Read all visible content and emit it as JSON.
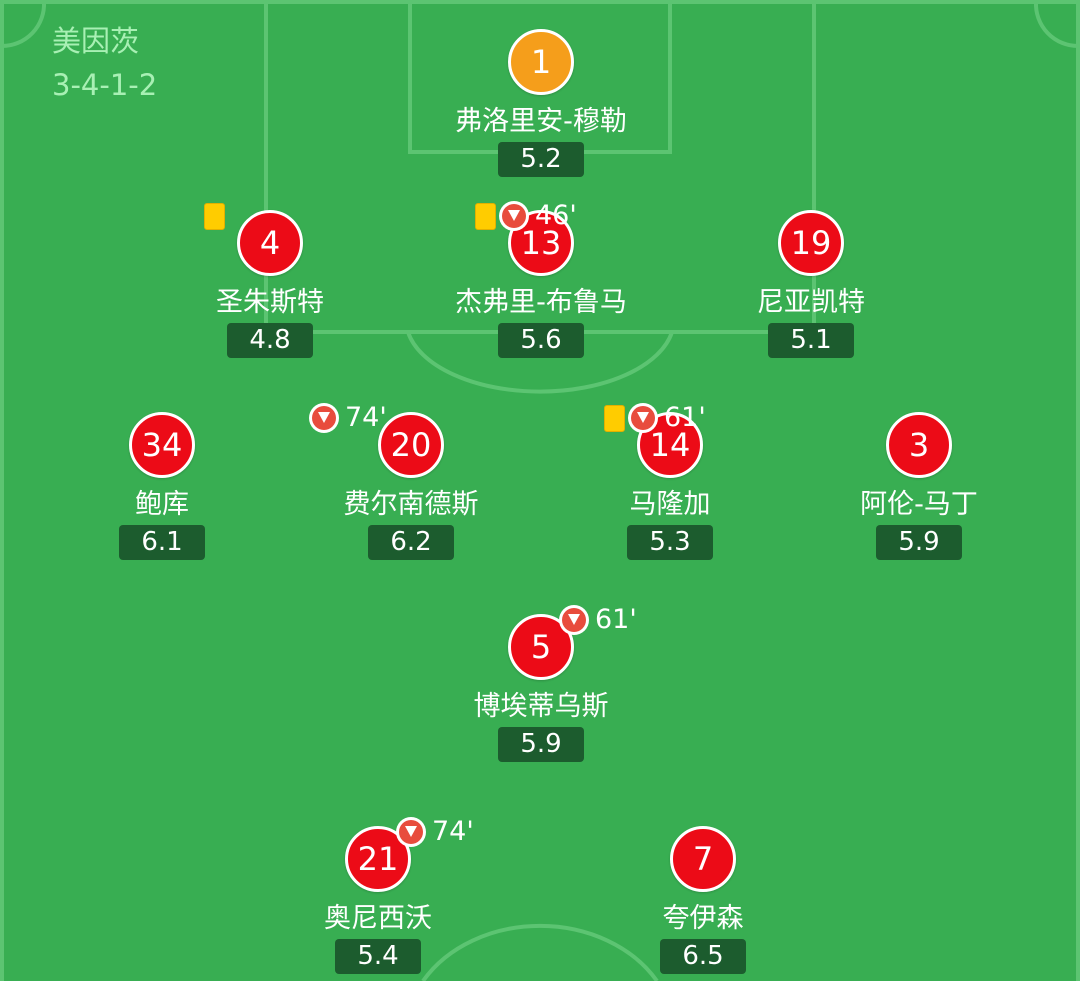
{
  "team": {
    "name": "美因茨",
    "formation": "3-4-1-2"
  },
  "players": [
    {
      "number": "1",
      "name": "弗洛里安-穆勒",
      "rating": "5.2",
      "goalkeeper": true,
      "yellow_card": false,
      "sub_minute": null
    },
    {
      "number": "4",
      "name": "圣朱斯特",
      "rating": "4.8",
      "goalkeeper": false,
      "yellow_card": true,
      "sub_minute": null
    },
    {
      "number": "13",
      "name": "杰弗里-布鲁马",
      "rating": "5.6",
      "goalkeeper": false,
      "yellow_card": true,
      "sub_minute": "46'"
    },
    {
      "number": "19",
      "name": "尼亚凯特",
      "rating": "5.1",
      "goalkeeper": false,
      "yellow_card": false,
      "sub_minute": null
    },
    {
      "number": "34",
      "name": "鲍库",
      "rating": "6.1",
      "goalkeeper": false,
      "yellow_card": false,
      "sub_minute": null
    },
    {
      "number": "20",
      "name": "费尔南德斯",
      "rating": "6.2",
      "goalkeeper": false,
      "yellow_card": false,
      "sub_minute": "74'"
    },
    {
      "number": "14",
      "name": "马隆加",
      "rating": "5.3",
      "goalkeeper": false,
      "yellow_card": true,
      "sub_minute": "61'"
    },
    {
      "number": "3",
      "name": "阿伦-马丁",
      "rating": "5.9",
      "goalkeeper": false,
      "yellow_card": false,
      "sub_minute": null
    },
    {
      "number": "5",
      "name": "博埃蒂乌斯",
      "rating": "5.9",
      "goalkeeper": false,
      "yellow_card": false,
      "sub_minute": "61'"
    },
    {
      "number": "21",
      "name": "奥尼西沃",
      "rating": "5.4",
      "goalkeeper": false,
      "yellow_card": false,
      "sub_minute": "74'"
    },
    {
      "number": "7",
      "name": "夸伊森",
      "rating": "6.5",
      "goalkeeper": false,
      "yellow_card": false,
      "sub_minute": null
    }
  ],
  "colors": {
    "pitch": "#38ae52",
    "pitch_lines": "#5cc472",
    "outfield_jersey": "#ec0b17",
    "goalkeeper_jersey": "#f59e1b",
    "rating_badge": "#1c5c2e",
    "yellow_card": "#ffcc00",
    "substitution": "#e84c3d",
    "team_text": "#a8f0b4"
  },
  "icons": {
    "yellow_card": "yellow-card-icon",
    "substitution": "substitution-off-icon"
  }
}
